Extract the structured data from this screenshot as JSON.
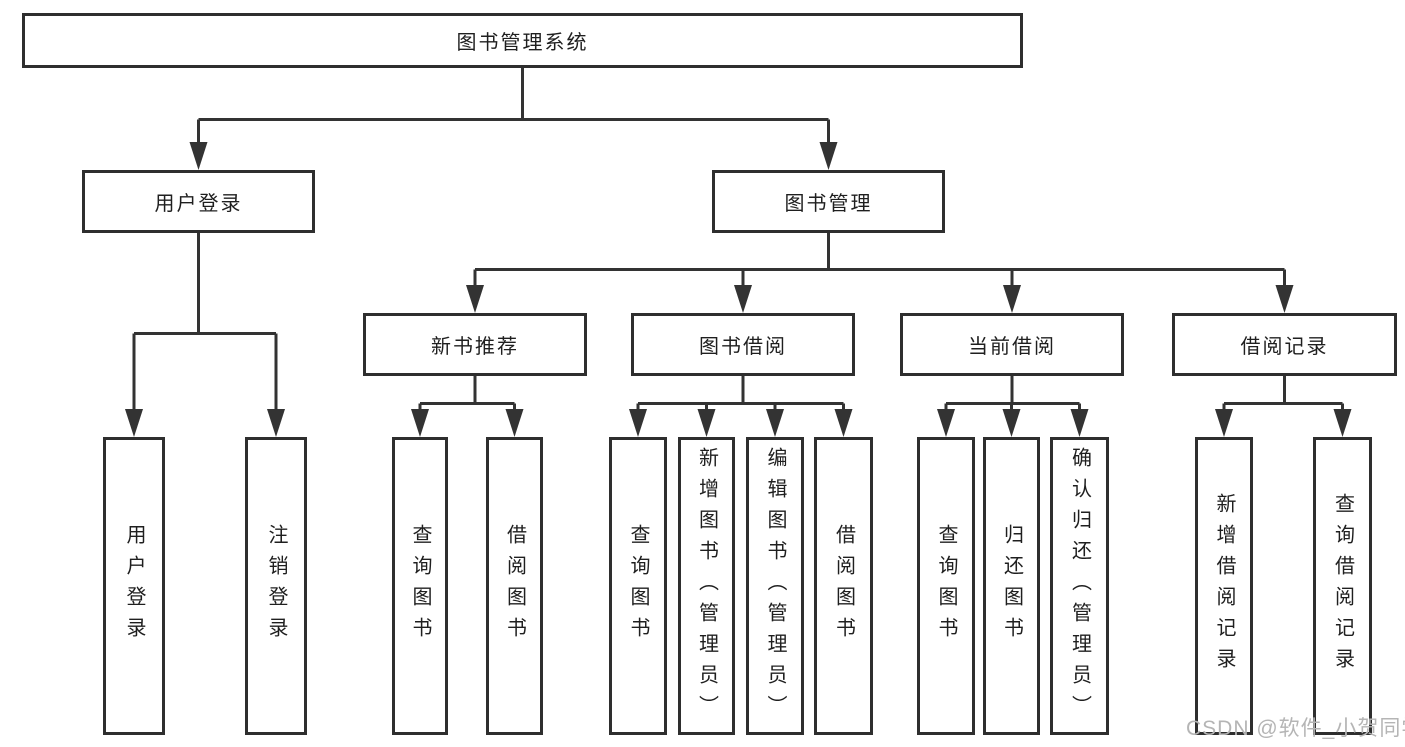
{
  "title": "图书管理系统",
  "watermark": "CSDN @软件_小贺同学",
  "colors": {
    "line": "#333333",
    "box_border": "#2e2e2e",
    "text": "#1f1f1f",
    "background": "#ffffff",
    "watermark": "#b5b5b5"
  },
  "tree": {
    "root": {
      "label": "图书管理系统"
    },
    "branches": [
      {
        "label": "用户登录",
        "leaves": [
          "用户登录",
          "注销登录"
        ]
      },
      {
        "label": "图书管理",
        "groups": [
          {
            "label": "新书推荐",
            "leaves": [
              "查询图书",
              "借阅图书"
            ]
          },
          {
            "label": "图书借阅",
            "leaves": [
              "查询图书",
              "新增图书（管理员）",
              "编辑图书（管理员）",
              "借阅图书"
            ]
          },
          {
            "label": "当前借阅",
            "leaves": [
              "查询图书",
              "归还图书",
              "确认归还（管理员）"
            ]
          },
          {
            "label": "借阅记录",
            "leaves": [
              "新增借阅记录",
              "查询借阅记录"
            ]
          }
        ]
      }
    ]
  }
}
